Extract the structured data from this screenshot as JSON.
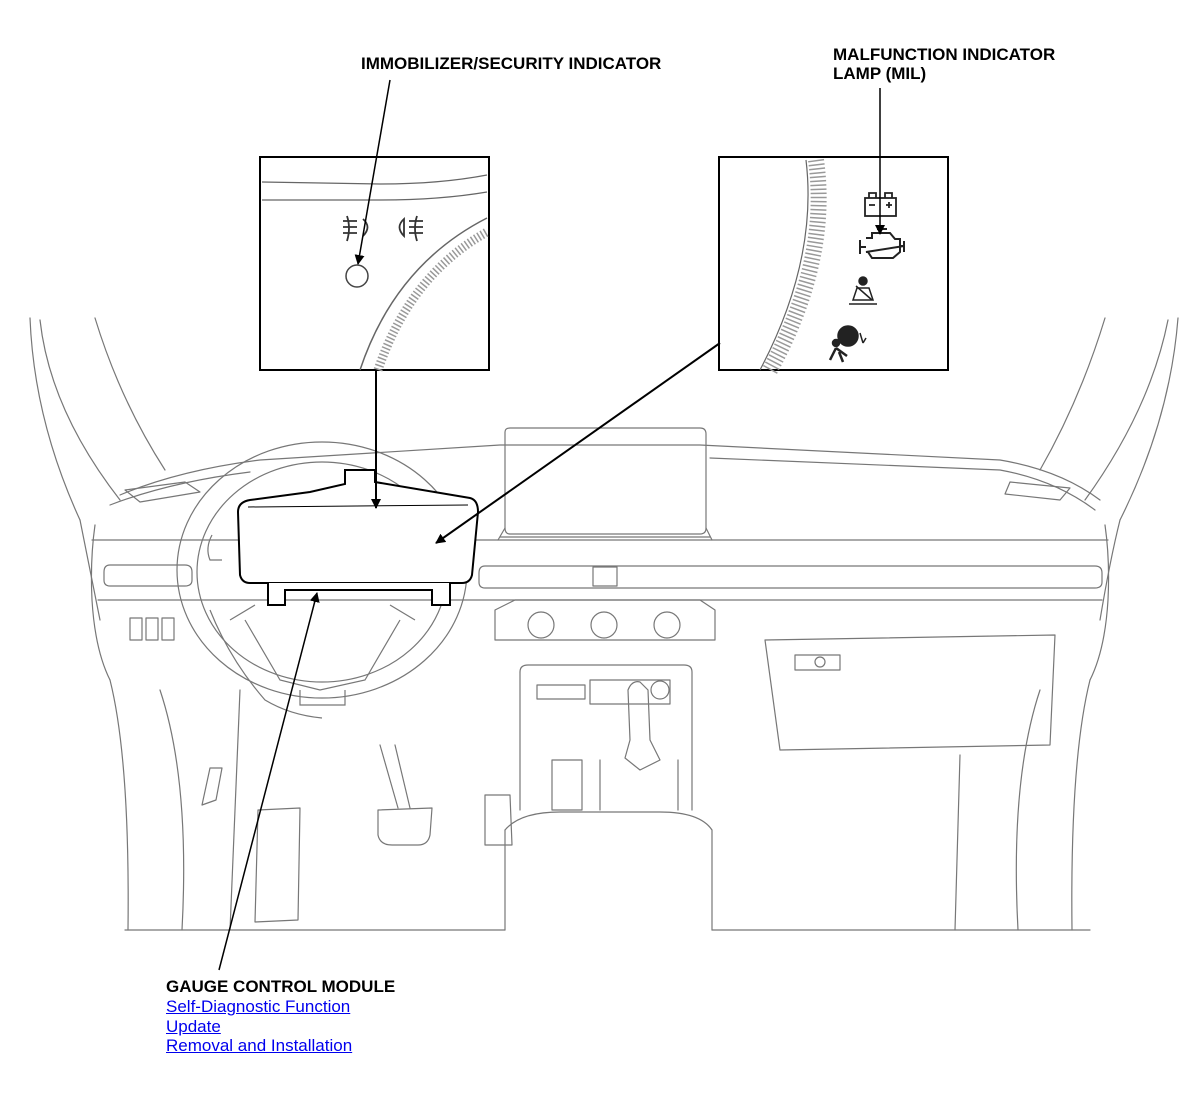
{
  "callouts": {
    "immobilizer": "IMMOBILIZER/SECURITY INDICATOR",
    "mil_line1": "MALFUNCTION INDICATOR",
    "mil_line2": "LAMP (MIL)",
    "gauge_module": "GAUGE CONTROL MODULE"
  },
  "links": [
    {
      "label": "Self-Diagnostic Function"
    },
    {
      "label": "Update"
    },
    {
      "label": "Removal and Installation"
    }
  ],
  "icons": {
    "left_inset": [
      "rear-fog-light-icon",
      "front-fog-light-icon",
      "immobilizer-indicator-icon"
    ],
    "right_inset": [
      "battery-icon",
      "check-engine-icon",
      "seatbelt-reminder-icon",
      "airbag-icon"
    ]
  },
  "colors": {
    "line": "#000000",
    "drawing": "#777777",
    "link": "#0000ee"
  }
}
